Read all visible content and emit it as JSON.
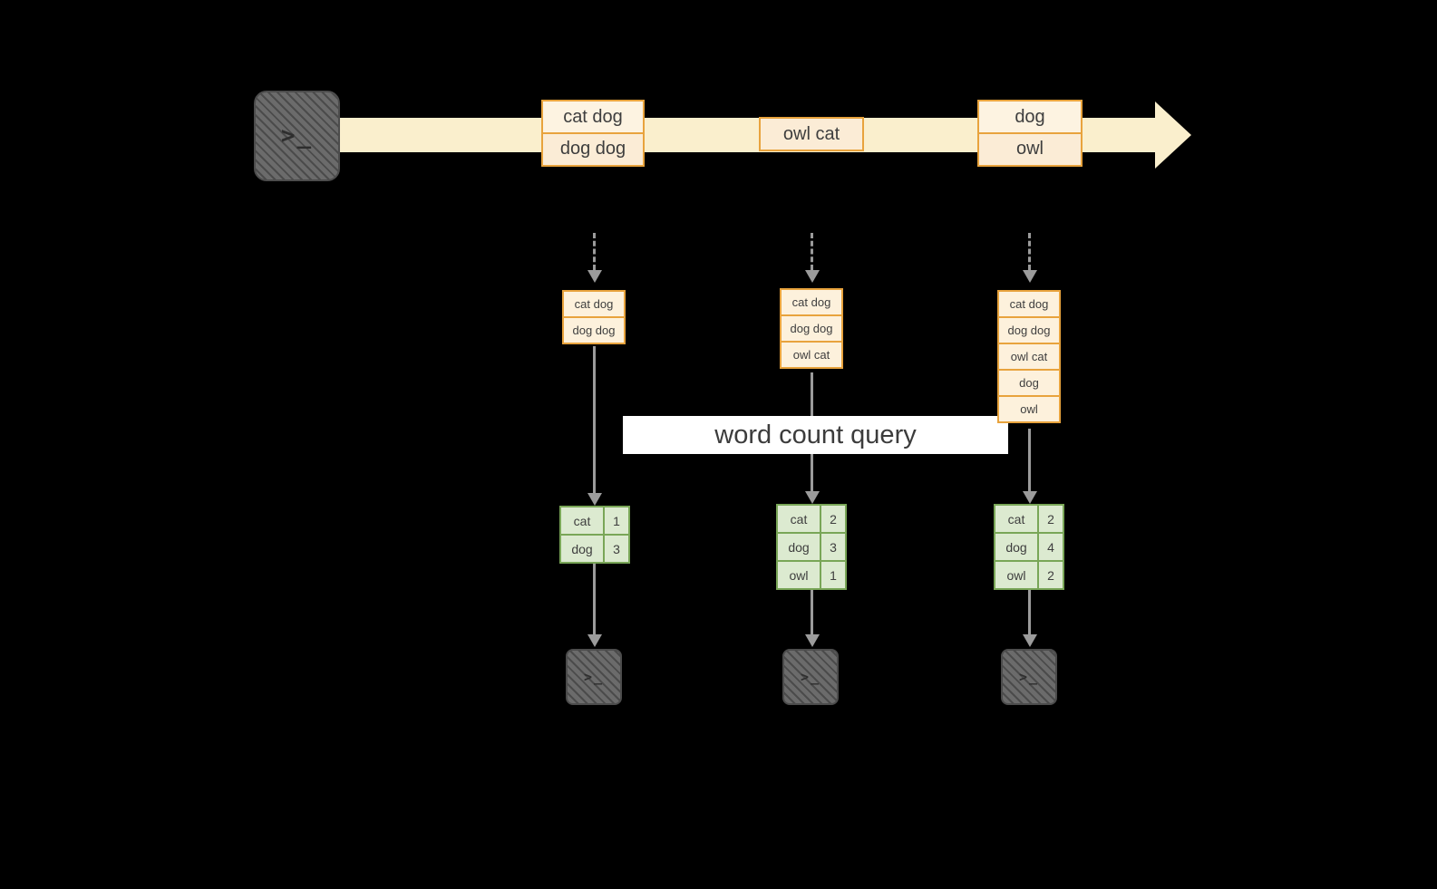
{
  "title_banner": "word count query",
  "icons": {
    "terminal_glyph": ">_"
  },
  "colors": {
    "background": "#000000",
    "timeline_band": "#faefcd",
    "batch_border": "#e8a33d",
    "batch_fill": "#fdf3e1",
    "batch_fill_alt": "#fbecd6",
    "table_border": "#79a657",
    "table_fill": "#dcead0",
    "arrow": "#9b9b9b",
    "terminal_fill": "#6b6b6b",
    "banner_background": "#ffffff",
    "text": "#3e3e3e"
  },
  "timeline": {
    "batches": [
      {
        "rows": [
          "cat dog",
          "dog dog"
        ]
      },
      {
        "rows": [
          "owl cat"
        ]
      },
      {
        "rows": [
          "dog",
          "owl"
        ]
      }
    ]
  },
  "streams": [
    {
      "input_rows": [
        "cat dog",
        "dog dog"
      ],
      "counts": [
        {
          "word": "cat",
          "value": "1"
        },
        {
          "word": "dog",
          "value": "3"
        }
      ]
    },
    {
      "input_rows": [
        "cat dog",
        "dog dog",
        "owl cat"
      ],
      "counts": [
        {
          "word": "cat",
          "value": "2"
        },
        {
          "word": "dog",
          "value": "3"
        },
        {
          "word": "owl",
          "value": "1"
        }
      ]
    },
    {
      "input_rows": [
        "cat dog",
        "dog dog",
        "owl cat",
        "dog",
        "owl"
      ],
      "counts": [
        {
          "word": "cat",
          "value": "2"
        },
        {
          "word": "dog",
          "value": "4"
        },
        {
          "word": "owl",
          "value": "2"
        }
      ]
    }
  ]
}
